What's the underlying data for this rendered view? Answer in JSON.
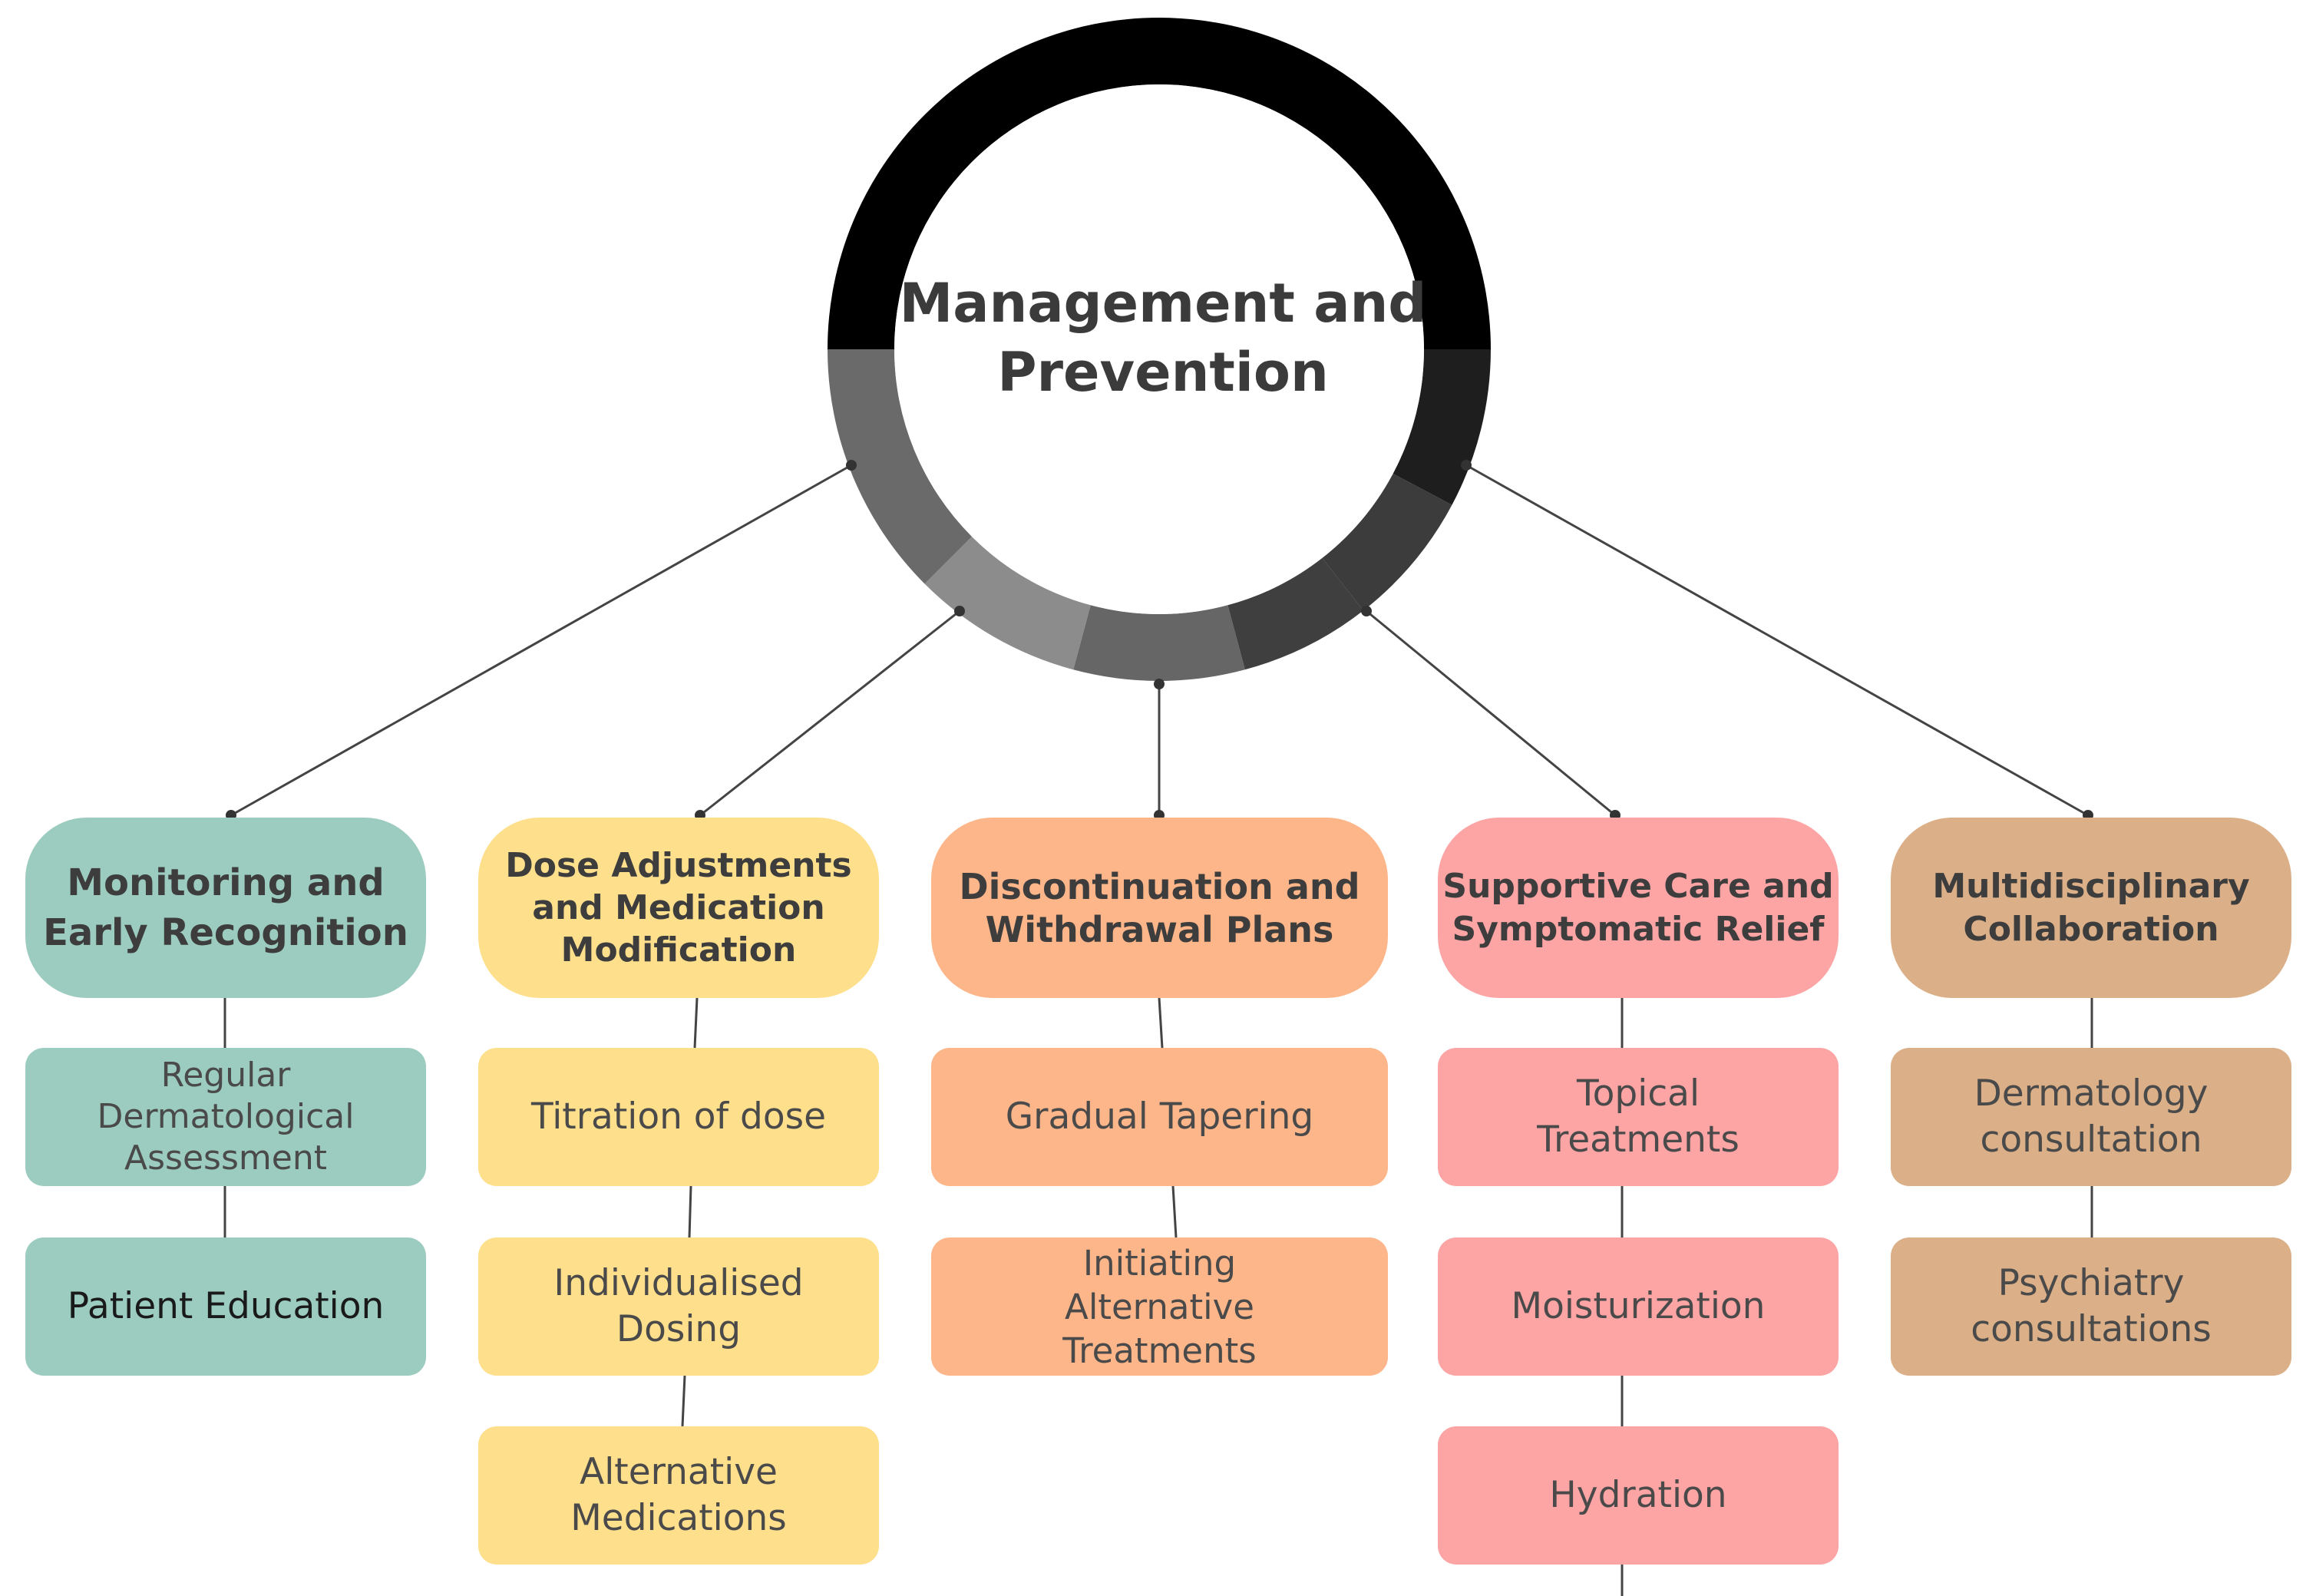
{
  "center": {
    "title_line1": "Management and",
    "title_line2": "Prevention"
  },
  "columns": [
    {
      "id": "monitoring",
      "color": "#9cccbf",
      "heading_lines": [
        "Monitoring and",
        "Early Recognition"
      ],
      "items": [
        {
          "lines": [
            "Regular",
            "Dermatological",
            "Assessment"
          ]
        },
        {
          "lines": [
            "Patient Education"
          ]
        }
      ]
    },
    {
      "id": "dose",
      "color": "#fedf8c",
      "heading_lines": [
        "Dose Adjustments",
        "and Medication",
        "Modification"
      ],
      "items": [
        {
          "lines": [
            "Titration of dose"
          ]
        },
        {
          "lines": [
            "Individualised",
            "Dosing"
          ]
        },
        {
          "lines": [
            "Alternative",
            "Medications"
          ]
        }
      ]
    },
    {
      "id": "discontinuation",
      "color": "#fdb68a",
      "heading_lines": [
        "Discontinuation and",
        "Withdrawal Plans"
      ],
      "items": [
        {
          "lines": [
            "Gradual Tapering"
          ]
        },
        {
          "lines": [
            "Initiating",
            "Alternative",
            "Treatments"
          ]
        }
      ]
    },
    {
      "id": "supportive",
      "color": "#fda4a5",
      "heading_lines": [
        "Supportive Care and",
        "Symptomatic Relief"
      ],
      "items": [
        {
          "lines": [
            "Topical",
            "Treatments"
          ]
        },
        {
          "lines": [
            "Moisturization"
          ]
        },
        {
          "lines": [
            "Hydration"
          ]
        }
      ]
    },
    {
      "id": "multidisciplinary",
      "color": "#dbaf88",
      "heading_lines": [
        "Multidisciplinary",
        "Collaboration"
      ],
      "items": [
        {
          "lines": [
            "Dermatology",
            "consultation"
          ]
        },
        {
          "lines": [
            "Psychiatry",
            "consultations"
          ]
        }
      ]
    }
  ]
}
